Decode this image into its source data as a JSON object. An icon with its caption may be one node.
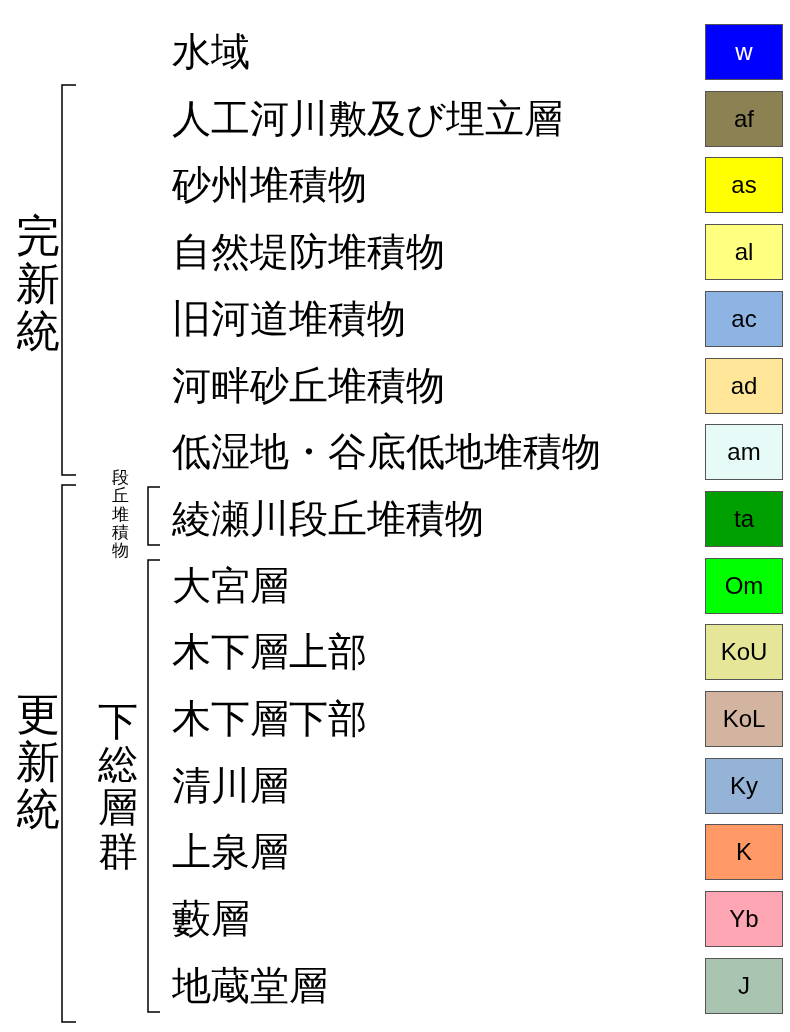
{
  "diagram": {
    "labels": [
      "完新統",
      "段丘堆積物",
      "更新統",
      "下総層群",
      "w",
      "af",
      "as",
      "al",
      "ac",
      "ad",
      "am",
      "ta",
      "Om",
      "KoU",
      "KoL",
      "Ky",
      "K",
      "Yb",
      "J"
    ],
    "legend": [
      {
        "text": "水域",
        "color": "#0000ff"
      },
      {
        "text": "人工河川敷及び埋立層",
        "color": "#8b8152"
      },
      {
        "text": "砂州堆積物",
        "color": "#ffff00"
      },
      {
        "text": "自然堤防堆積物",
        "color": "#ffff80"
      },
      {
        "text": "旧河道堆積物",
        "color": "#8eb4e3"
      },
      {
        "text": "河畔砂丘堆積物",
        "color": "#ffe699"
      },
      {
        "text": "低湿地・谷底低地堆積物",
        "color": "#e6faf8"
      },
      {
        "text": "綾瀬川段丘堆積物",
        "color": "#00a000"
      },
      {
        "text": "大宮層",
        "color": "#00ff00"
      },
      {
        "text": "木下層上部",
        "color": "#e6e699"
      },
      {
        "text": "木下層下部",
        "color": "#d3b4a0"
      },
      {
        "text": "清川層",
        "color": "#95b3d7"
      },
      {
        "text": "上泉層",
        "color": "#ff9966"
      },
      {
        "text": "藪層",
        "color": "#ffa6b4"
      },
      {
        "text": "地蔵堂層",
        "color": "#a9c4b0"
      }
    ]
  }
}
